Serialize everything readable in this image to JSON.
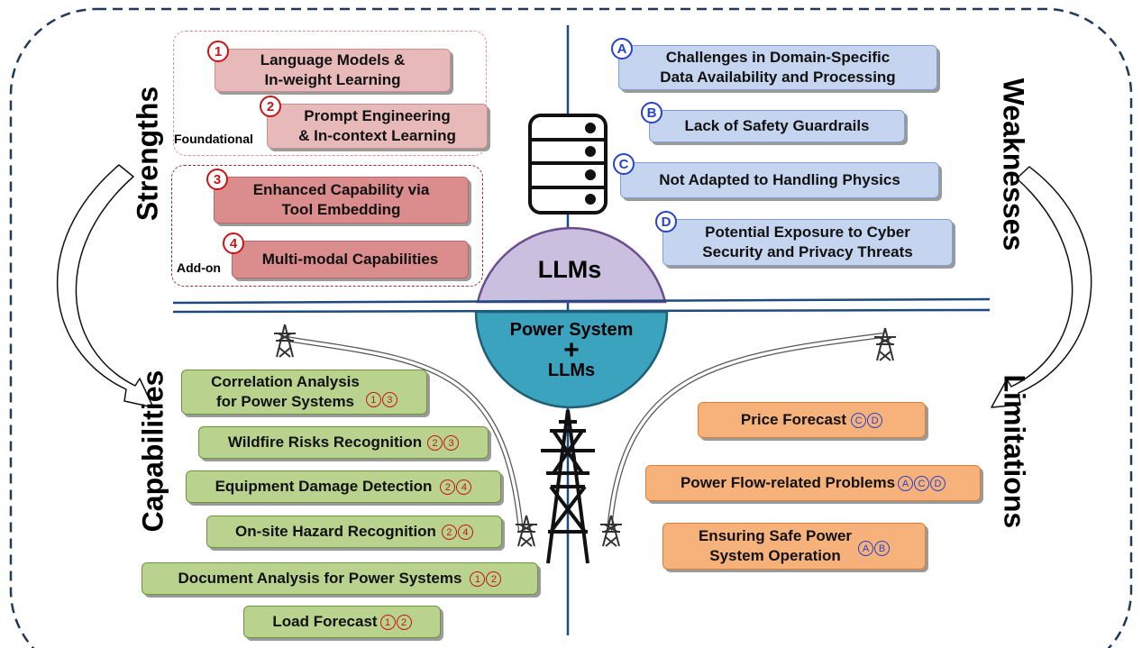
{
  "quadrants": {
    "strengths": "Strengths",
    "weaknesses": "Weaknesses",
    "capabilities": "Capabilities",
    "limitations": "Limitations"
  },
  "center": {
    "top": "LLMs",
    "bottom_line1": "Power System",
    "bottom_plus": "+",
    "bottom_line2": "LLMs"
  },
  "group_labels": {
    "foundational": "Foundational",
    "addon": "Add-on"
  },
  "strengths": [
    {
      "num": "1",
      "line1": "Language Models &",
      "line2": "In-weight Learning"
    },
    {
      "num": "2",
      "line1": "Prompt Engineering",
      "line2": "& In-context Learning"
    },
    {
      "num": "3",
      "line1": "Enhanced Capability via",
      "line2": "Tool Embedding"
    },
    {
      "num": "4",
      "line1": "Multi-modal Capabilities",
      "line2": ""
    }
  ],
  "weaknesses": [
    {
      "letter": "A",
      "line1": "Challenges in Domain-Specific",
      "line2": "Data Availability and Processing"
    },
    {
      "letter": "B",
      "line1": "Lack of Safety Guardrails",
      "line2": ""
    },
    {
      "letter": "C",
      "line1": "Not Adapted to Handling Physics",
      "line2": ""
    },
    {
      "letter": "D",
      "line1": "Potential Exposure to Cyber",
      "line2": "Security and Privacy Threats"
    }
  ],
  "capabilities": [
    {
      "line1": "Correlation Analysis",
      "line2": "for Power Systems",
      "badges": [
        "1",
        "3"
      ]
    },
    {
      "line1": "Wildfire Risks Recognition",
      "line2": "",
      "badges": [
        "2",
        "3"
      ]
    },
    {
      "line1": "Equipment Damage Detection",
      "line2": "",
      "badges": [
        "2",
        "4"
      ]
    },
    {
      "line1": "On-site Hazard Recognition",
      "line2": "",
      "badges": [
        "2",
        "4"
      ]
    },
    {
      "line1": "Document Analysis for Power Systems",
      "line2": "",
      "badges": [
        "1",
        "2"
      ]
    },
    {
      "line1": "Load Forecast",
      "line2": "",
      "badges": [
        "1",
        "2"
      ]
    }
  ],
  "limitations": [
    {
      "line1": "Price Forecast",
      "line2": "",
      "badges": [
        "C",
        "D"
      ]
    },
    {
      "line1": "Power Flow-related Problems",
      "line2": "",
      "badges": [
        "A",
        "C",
        "D"
      ]
    },
    {
      "line1": "Ensuring Safe Power",
      "line2": "System Operation",
      "badges": [
        "A",
        "B"
      ]
    }
  ],
  "colors": {
    "frame": "#1f3a5a",
    "axis": "#1e4a80",
    "llm_dome": "#cbbfdf",
    "ps_dome": "#3ca3bf",
    "strength_light": "#e8b9b9",
    "strength_dark": "#db8c8c",
    "weakness": "#c5d5ef",
    "capability": "#b9d38f",
    "limitation": "#f7b27c"
  },
  "icons": [
    "database-icon",
    "transmission-tower-icon",
    "curved-arrow-icon"
  ]
}
